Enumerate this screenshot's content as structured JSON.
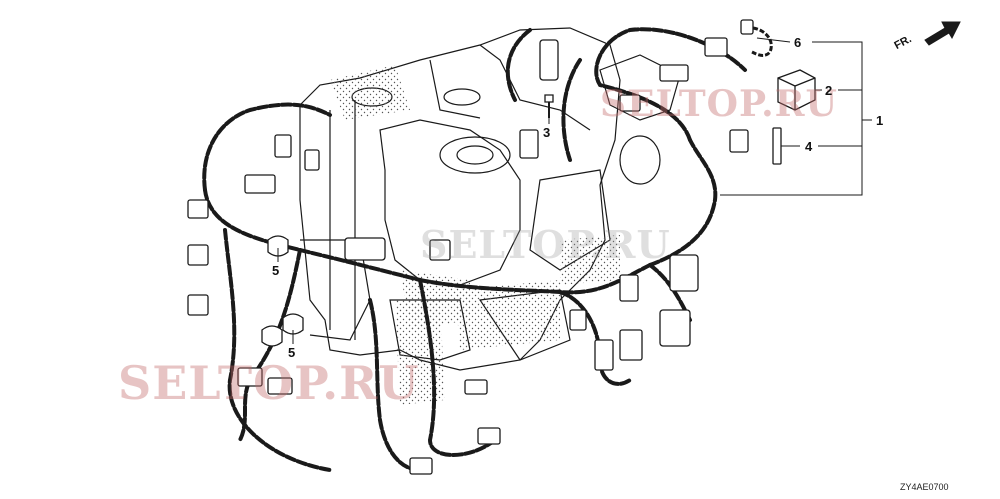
{
  "callouts": [
    {
      "id": "1",
      "label": "1"
    },
    {
      "id": "2",
      "label": "2"
    },
    {
      "id": "3",
      "label": "3"
    },
    {
      "id": "4",
      "label": "4"
    },
    {
      "id": "5a",
      "label": "5"
    },
    {
      "id": "5b",
      "label": "5"
    },
    {
      "id": "6",
      "label": "6"
    }
  ],
  "direction_label": "FR.",
  "diagram_code": "ZY4AE0700",
  "watermarks": {
    "main": "SELTOP.RU",
    "top_right": "SELTOP.RU",
    "center": "SELTOP.RU"
  },
  "colors": {
    "line": "#1a1a1a",
    "stipple": "#555555",
    "watermark": "#c46c6c"
  }
}
